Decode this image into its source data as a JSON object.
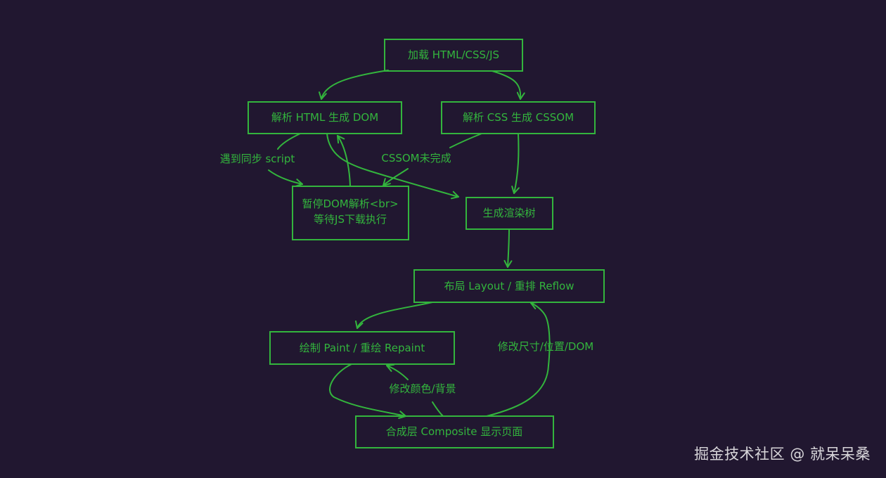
{
  "nodes": {
    "load": "加载 HTML/CSS/JS",
    "parse_html": "解析 HTML 生成 DOM",
    "parse_css": "解析 CSS 生成 CSSOM",
    "pause_dom_line1": "暂停DOM解析<br>",
    "pause_dom_line2": "等待JS下载执行",
    "render_tree": "生成渲染树",
    "layout": "布局 Layout / 重排 Reflow",
    "paint": "绘制 Paint / 重绘 Repaint",
    "composite": "合成层 Composite 显示页面"
  },
  "edge_labels": {
    "sync_script": "遇到同步 script",
    "cssom_incomplete": "CSSOM未完成",
    "modify_geometry": "修改尺寸/位置/DOM",
    "modify_color": "修改颜色/背景"
  },
  "watermark": "掘金技术社区 @ 就呆呆桑",
  "colors": {
    "background": "#211730",
    "stroke": "#33b53d"
  }
}
